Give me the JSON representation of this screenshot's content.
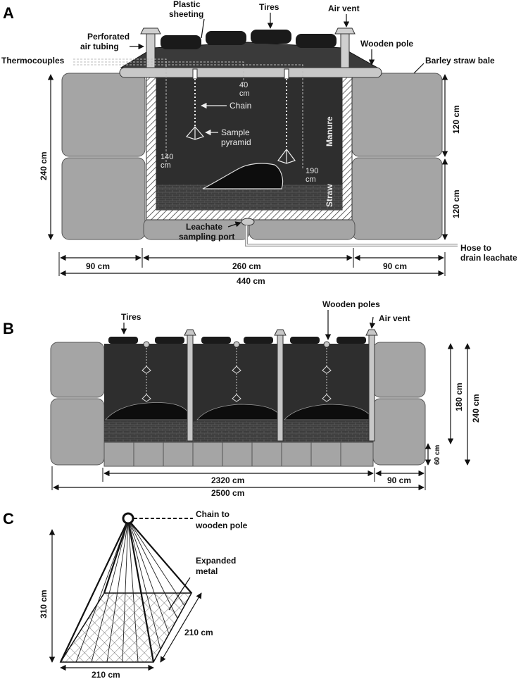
{
  "panels": {
    "a": "A",
    "b": "B",
    "c": "C"
  },
  "panel_a": {
    "labels": {
      "plastic_sheeting": [
        "Plastic",
        "sheeting"
      ],
      "tires": "Tires",
      "air_vent": "Air vent",
      "perforated_tubing": [
        "Perforated",
        "air tubing"
      ],
      "thermocouples": "Thermocouples",
      "wooden_pole": "Wooden pole",
      "barley_straw_bale": "Barley straw bale",
      "chain": "Chain",
      "sample_pyramid": [
        "Sample",
        "pyramid"
      ],
      "manure": "Manure",
      "straw": "Straw",
      "leachate_port": [
        "Leachate",
        "sampling port"
      ],
      "hose": [
        "Hose to",
        "drain leachate"
      ]
    },
    "depths": {
      "d40": [
        "40",
        "cm"
      ],
      "d140": [
        "140",
        "cm"
      ],
      "d190": [
        "190",
        "cm"
      ]
    },
    "dimensions": {
      "height_total": "240 cm",
      "height_upper": "120 cm",
      "height_lower": "120 cm",
      "width_left": "90 cm",
      "width_center": "260 cm",
      "width_right": "90 cm",
      "width_total": "440 cm"
    }
  },
  "panel_b": {
    "labels": {
      "tires": "Tires",
      "wooden_poles": "Wooden poles",
      "air_vent": "Air vent"
    },
    "dimensions": {
      "height_180": "180 cm",
      "height_240": "240 cm",
      "height_60": "60 cm",
      "length_inner": "2320 cm",
      "length_side": "90 cm",
      "length_total": "2500 cm"
    }
  },
  "panel_c": {
    "labels": {
      "chain": [
        "Chain to",
        "wooden pole"
      ],
      "expanded_metal": [
        "Expanded",
        "metal"
      ]
    },
    "dimensions": {
      "height": "310 cm",
      "depth": "210 cm",
      "width": "210 cm"
    }
  },
  "colors": {
    "bale": "#a5a5a5",
    "manure": "#2e2e2e",
    "straw_layer": "#4a4a4a",
    "pole": "#c8c8c8",
    "tire": "#1a1a1a"
  }
}
